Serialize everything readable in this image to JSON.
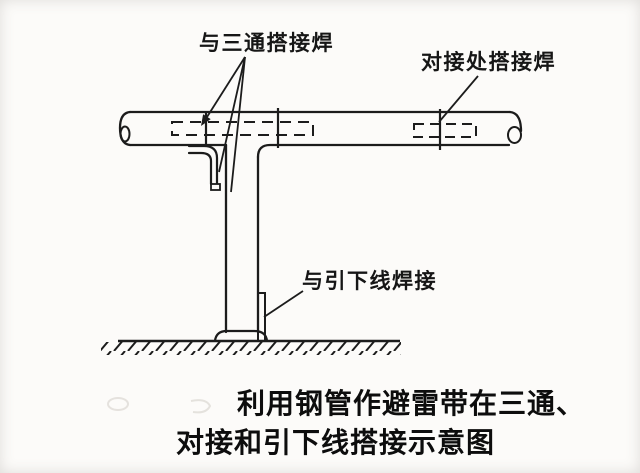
{
  "colors": {
    "background": "#fcfbf9",
    "ink": "#1c1c1c",
    "smudge": "#c9c4bc"
  },
  "labels": {
    "tee_weld": "与三通搭接焊",
    "butt_weld": "对接处搭接焊",
    "down_conductor_weld": "与引下线焊接"
  },
  "caption": {
    "line1": "利用钢管作避雷带在三通、",
    "line2": "对接和引下线搭接示意图"
  }
}
